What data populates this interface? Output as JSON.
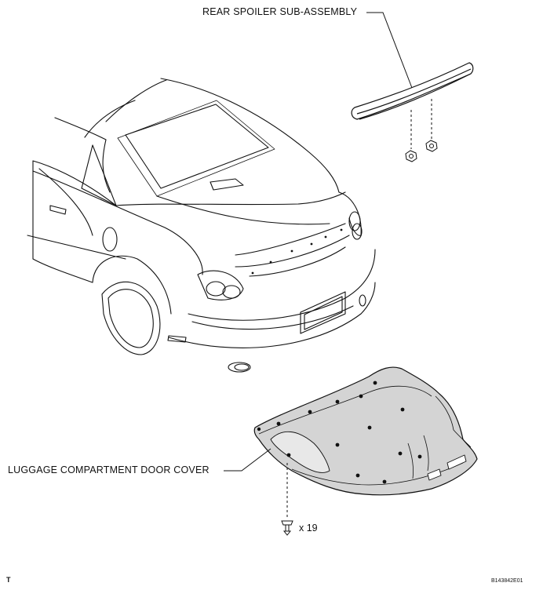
{
  "labels": {
    "rear_spoiler": "REAR SPOILER SUB-ASSEMBLY",
    "luggage_cover": "LUGGAGE COMPARTMENT DOOR COVER",
    "clip_quantity": "x 19",
    "corner_mark": "T",
    "figure_code": "B143842E01"
  },
  "icons": {
    "car": "car-rear-view-icon",
    "spoiler": "rear-spoiler-icon",
    "spoiler_nuts": "hex-nut-icon",
    "door_cover": "luggage-door-cover-icon",
    "clip": "push-clip-icon"
  },
  "colors": {
    "line": "#111111",
    "background": "#ffffff",
    "cover_fill": "#d4d4d4"
  }
}
